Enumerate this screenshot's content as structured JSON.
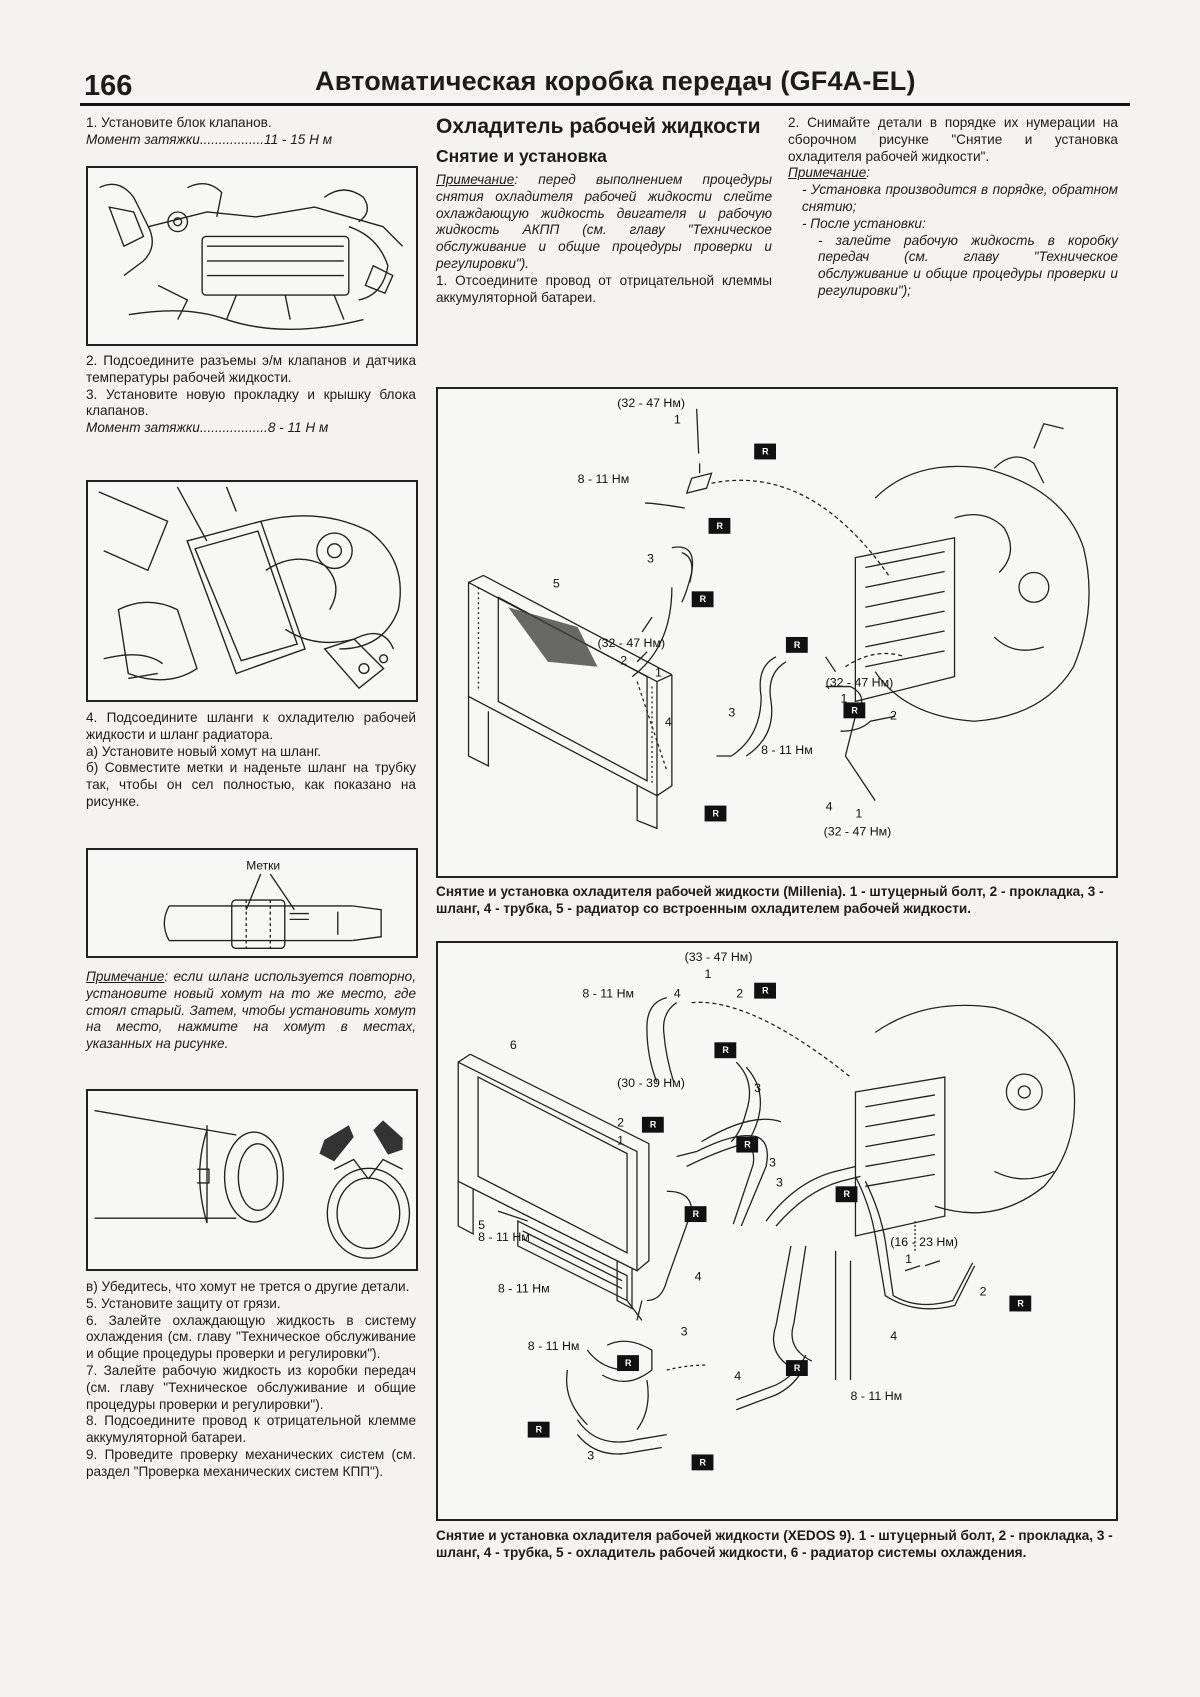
{
  "header": {
    "page_number": "166",
    "title": "Автоматическая коробка передач (GF4A-EL)"
  },
  "left_column": {
    "step1": "1. Установите блок клапанов.",
    "torque1": "Момент затяжки.................11 - 15 Н м",
    "step2": "2. Подсоедините разъемы э/м клапанов и датчика температуры рабочей жидкости.",
    "step3": "3. Установите новую прокладку и крышку блока клапанов.",
    "torque2": "Момент затяжки..................8 - 11 Н м",
    "step4": "4. Подсоедините шланги к охладителю рабочей жидкости и шланг радиатора.",
    "step4a": "а) Установите новый хомут на шланг.",
    "step4b": "б) Совместите метки и наденьте шланг на трубку так, чтобы он сел полностью, как показано на рисунке.",
    "marks_label": "Метки",
    "note_label": "Примечание",
    "note_text": ": если шланг используется повторно, установите новый хомут на то же место, где стоял старый. Затем, чтобы установить хомут на место, нажмите на хомут в местах, указанных на рисунке.",
    "step4c": "в) Убедитесь, что хомут не трется о другие детали.",
    "step5": "5. Установите защиту от грязи.",
    "step6": "6. Залейте охлаждающую жидкость в систему охлаждения (см. главу \"Техническое обслуживание и общие процедуры проверки и регулировки\").",
    "step7": "7. Залейте рабочую жидкость из коробки передач (см. главу \"Техническое обслуживание и общие процедуры проверки и регулировки\").",
    "step8": "8. Подсоедините провод к отрицательной клемме аккумуляторной батареи.",
    "step9": "9. Проведите проверку механических систем (см. раздел \"Проверка механических систем КПП\")."
  },
  "middle_column": {
    "section_title": "Охладитель рабочей жидкости",
    "subsection_title": "Снятие и установка",
    "note_label": "Примечание",
    "note_text": ": перед выполнением процедуры снятия охладителя рабочей жидкости слейте охлаждающую жидкость двигателя и рабочую жидкость АКПП (см. главу \"Техническое обслуживание и общие процедуры проверки и регулировки\").",
    "step1": "1. Отсоедините провод от отрицательной клеммы аккумуляторной батареи."
  },
  "right_column": {
    "step2": "2. Снимайте детали в порядке их нумерации на сборочном рисунке \"Снятие и установка охладителя рабочей жидкости\".",
    "note_label": "Примечание",
    "note_colon": ":",
    "note_item1": "- Установка производится в порядке, обратном снятию;",
    "note_item2": "- После установки:",
    "note_item3": "- залейте рабочую жидкость в коробку передач (см. главу \"Техническое обслуживание и общие процедуры проверки и регулировки\");"
  },
  "figure_millenia": {
    "labels": {
      "t1": "(32 - 47 Нм)",
      "t2": "8 - 11 Нм",
      "t3": "(32 - 47 Нм)",
      "t4": "(32 - 47 Нм)",
      "t5": "8 - 11 Нм",
      "t6": "(32 - 47 Нм)",
      "n1a": "1",
      "n2a": "2",
      "n3a": "3",
      "n5": "5",
      "n2b": "2",
      "n1b": "1",
      "n4a": "4",
      "n3b": "3",
      "n1c": "1",
      "n2c": "2",
      "n4b": "4",
      "n1d": "1",
      "r": "R"
    },
    "caption": "Снятие и установка охладителя рабочей жидкости (Millenia). 1 - штуцерный болт, 2 - прокладка, 3 - шланг, 4 - трубка, 5 - радиатор со встроенным охладителем рабочей жидкости."
  },
  "figure_xedos": {
    "labels": {
      "t1": "(33 - 47 Нм)",
      "t2": "8 - 11 Нм",
      "t3": "(30 - 39 Нм)",
      "t4": "8 - 11 Нм",
      "t5": "8 - 11 Нм",
      "t6": "8 - 11 Нм",
      "t7": "(16 - 23 Нм)",
      "t8": "8 - 11 Нм",
      "n1a": "1",
      "n4a": "4",
      "n2a": "2",
      "n6": "6",
      "n3a": "3",
      "n2b": "2",
      "n1b": "1",
      "n3b": "3",
      "n3c": "3",
      "n5": "5",
      "n4b": "4",
      "n3d": "3",
      "n4c": "4",
      "n3e": "3",
      "n1c": "1",
      "n2c": "2",
      "n4d": "4",
      "r": "R"
    },
    "caption": "Снятие и установка охладителя рабочей жидкости (XEDOS 9). 1 - штуцерный болт, 2 - прокладка, 3 - шланг, 4 - трубка, 5 - охладитель рабочей жидкости, 6 - радиатор системы охлаждения."
  }
}
